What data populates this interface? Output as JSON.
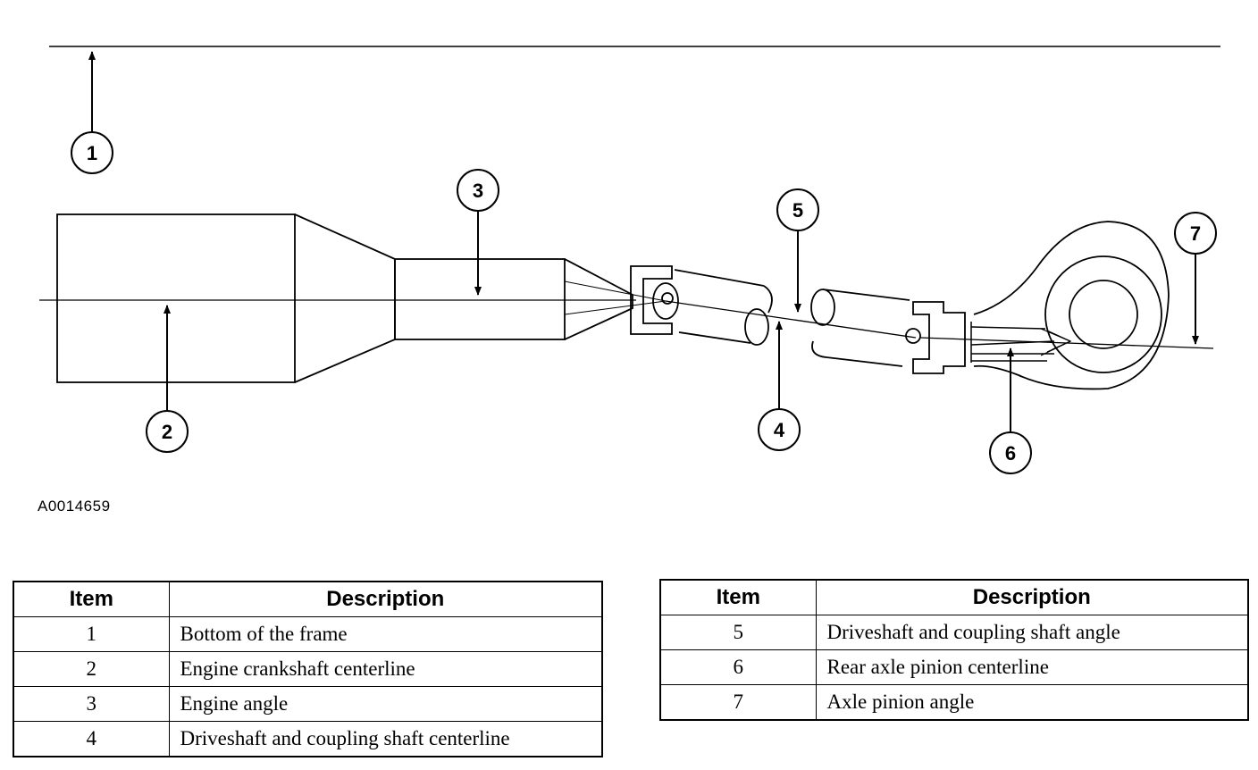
{
  "figure_id": "A0014659",
  "callouts": [
    "1",
    "2",
    "3",
    "4",
    "5",
    "6",
    "7"
  ],
  "legend_left": {
    "headers": {
      "item": "Item",
      "description": "Description"
    },
    "rows": [
      {
        "item": "1",
        "description": "Bottom of the frame"
      },
      {
        "item": "2",
        "description": "Engine crankshaft centerline"
      },
      {
        "item": "3",
        "description": "Engine angle"
      },
      {
        "item": "4",
        "description": "Driveshaft and coupling shaft centerline"
      }
    ]
  },
  "legend_right": {
    "headers": {
      "item": "Item",
      "description": "Description"
    },
    "rows": [
      {
        "item": "5",
        "description": "Driveshaft and coupling shaft angle"
      },
      {
        "item": "6",
        "description": "Rear axle pinion centerline"
      },
      {
        "item": "7",
        "description": "Axle pinion angle"
      }
    ]
  }
}
